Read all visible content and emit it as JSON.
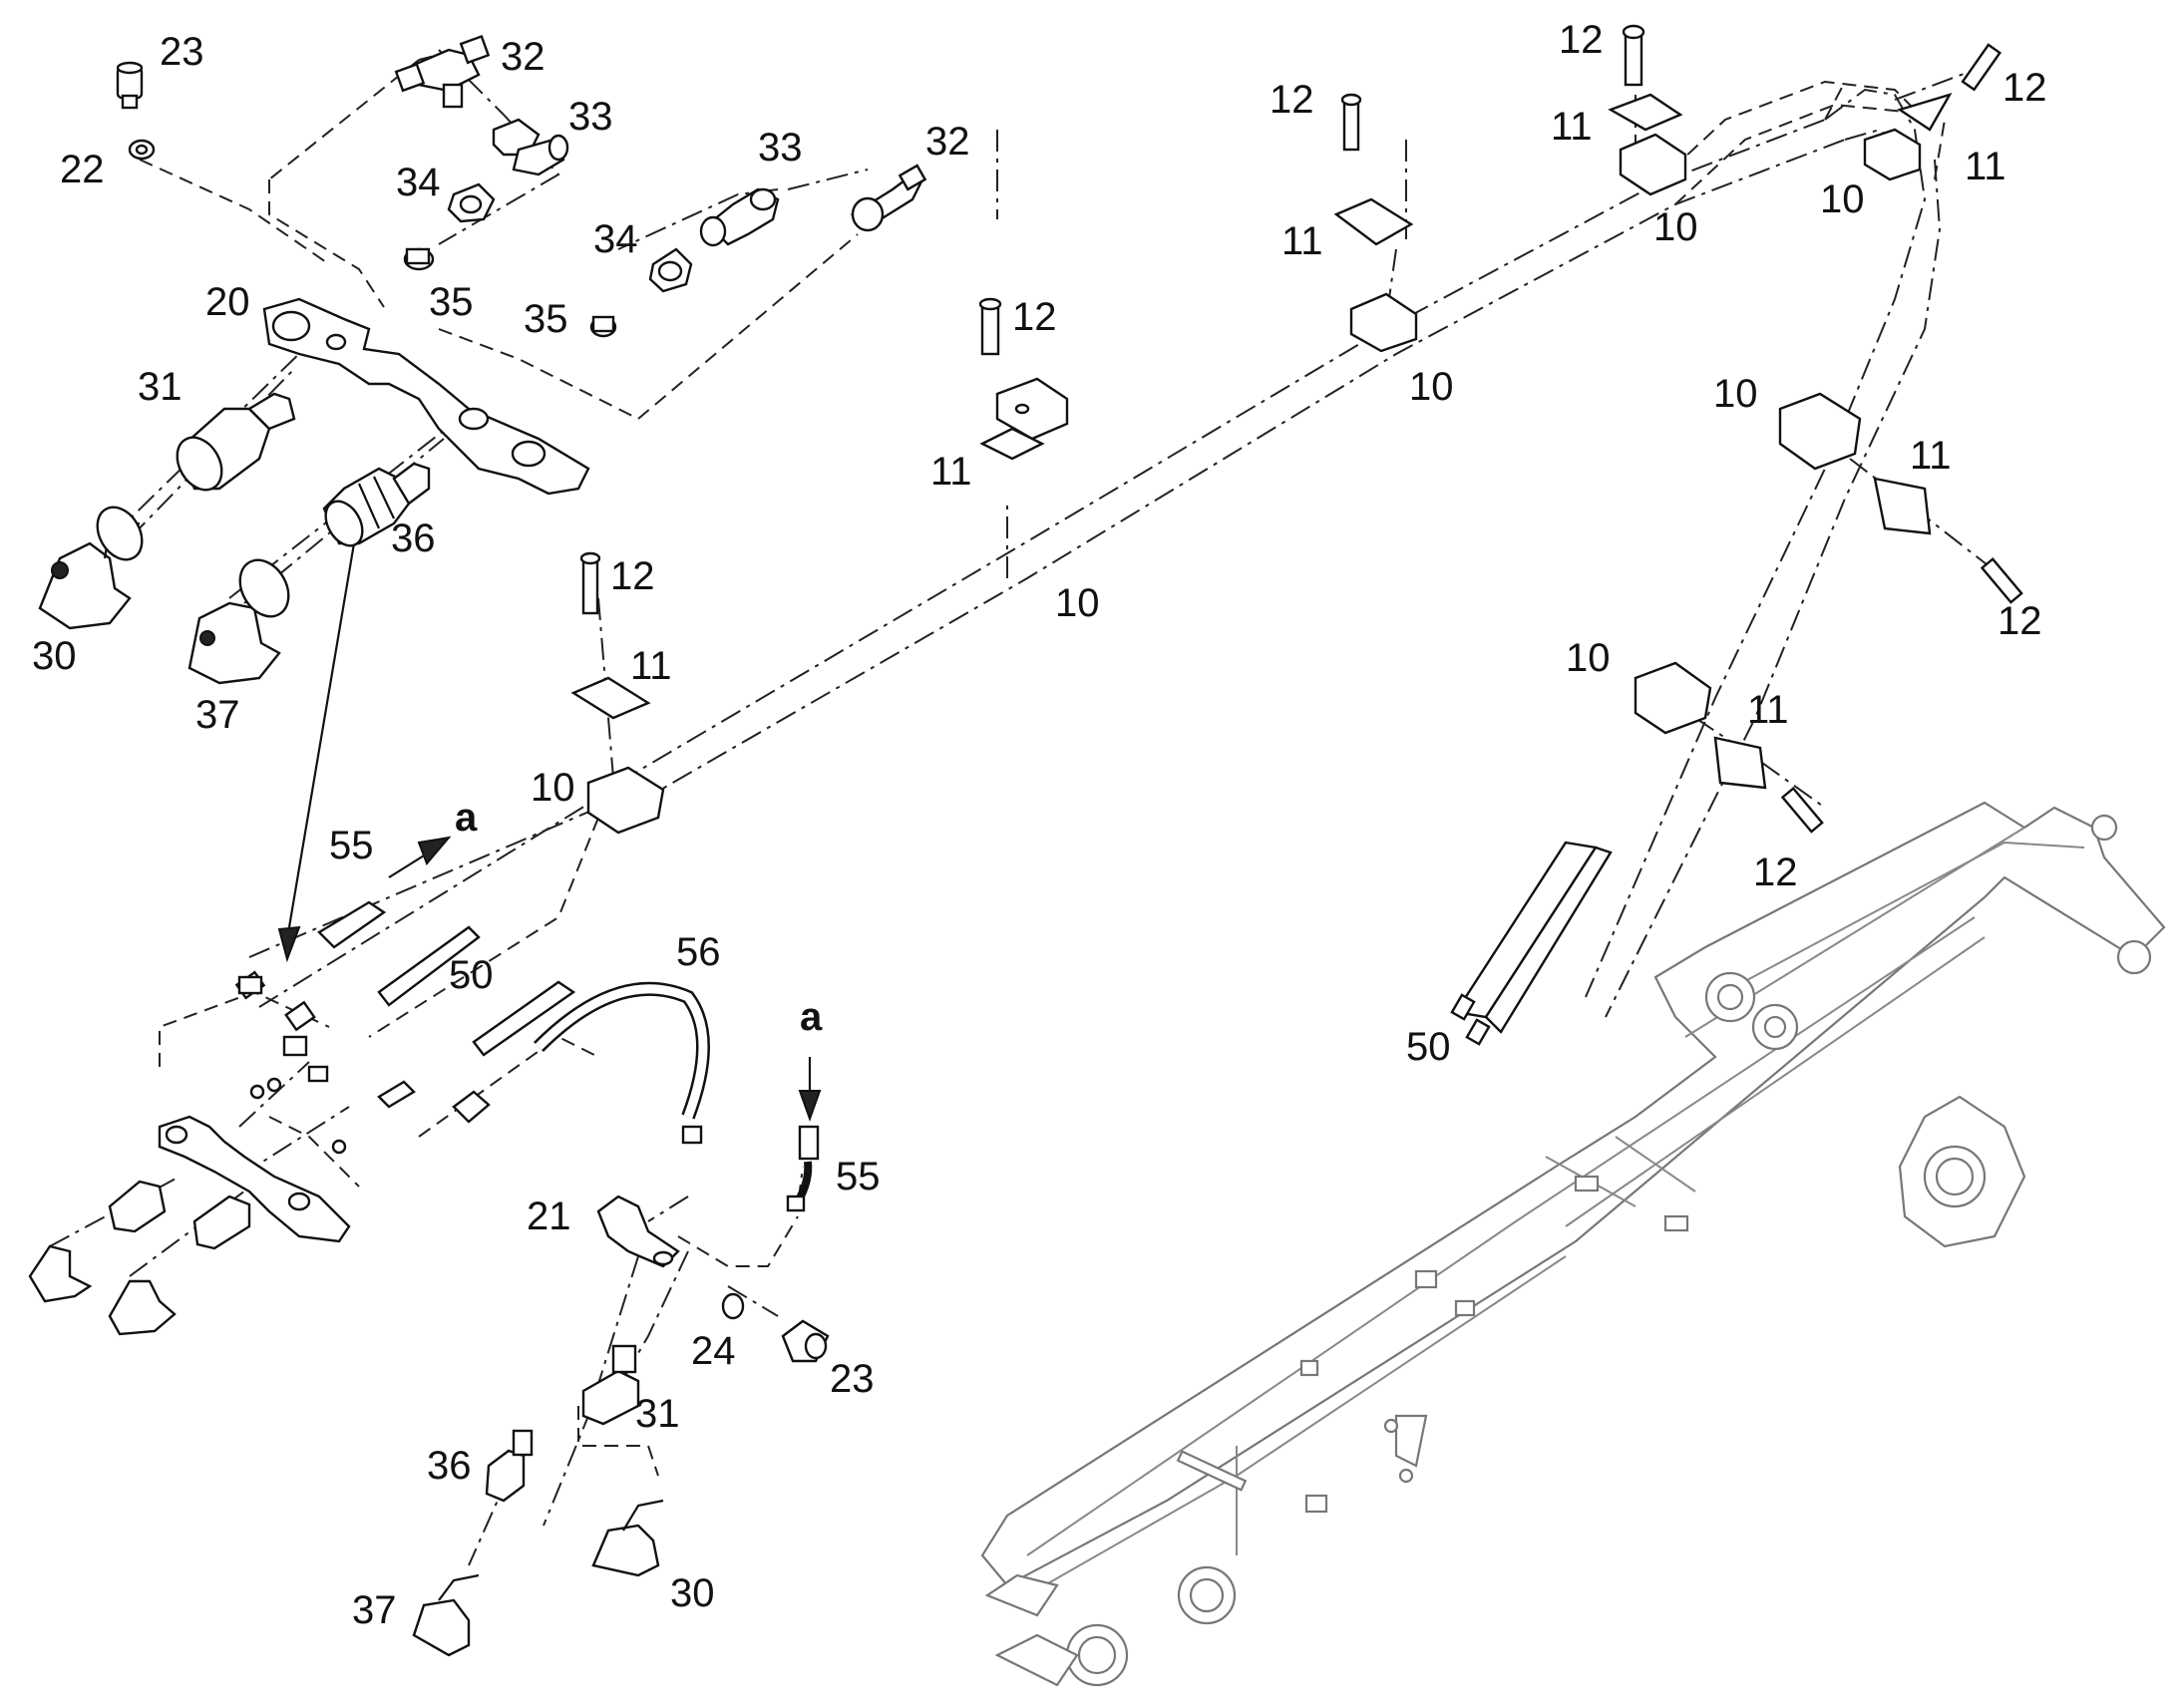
{
  "diagram": {
    "colors": {
      "line": "#111111",
      "boom": "#777777",
      "background": "#ffffff"
    },
    "labels": [
      {
        "id": "l23a",
        "text": "23"
      },
      {
        "id": "l22",
        "text": "22"
      },
      {
        "id": "l32a",
        "text": "32"
      },
      {
        "id": "l33a",
        "text": "33"
      },
      {
        "id": "l34a",
        "text": "34"
      },
      {
        "id": "l35a",
        "text": "35"
      },
      {
        "id": "l20",
        "text": "20"
      },
      {
        "id": "l33b",
        "text": "33"
      },
      {
        "id": "l32b",
        "text": "32"
      },
      {
        "id": "l34b",
        "text": "34"
      },
      {
        "id": "l35b",
        "text": "35"
      },
      {
        "id": "l31a",
        "text": "31"
      },
      {
        "id": "l36a",
        "text": "36"
      },
      {
        "id": "l30a",
        "text": "30"
      },
      {
        "id": "l37a",
        "text": "37"
      },
      {
        "id": "l12a",
        "text": "12"
      },
      {
        "id": "l11a",
        "text": "11"
      },
      {
        "id": "l10a",
        "text": "10"
      },
      {
        "id": "l12b",
        "text": "12"
      },
      {
        "id": "l11b",
        "text": "11"
      },
      {
        "id": "l10b",
        "text": "10"
      },
      {
        "id": "l12c",
        "text": "12"
      },
      {
        "id": "l11c",
        "text": "11"
      },
      {
        "id": "l10c",
        "text": "10"
      },
      {
        "id": "l12d",
        "text": "12"
      },
      {
        "id": "l11d",
        "text": "11"
      },
      {
        "id": "l10d",
        "text": "10"
      },
      {
        "id": "l12e",
        "text": "12"
      },
      {
        "id": "l11e",
        "text": "11"
      },
      {
        "id": "l10e",
        "text": "10"
      },
      {
        "id": "l10f",
        "text": "10"
      },
      {
        "id": "l11f",
        "text": "11"
      },
      {
        "id": "l12f",
        "text": "12"
      },
      {
        "id": "l10g",
        "text": "10"
      },
      {
        "id": "l11g",
        "text": "11"
      },
      {
        "id": "l12g",
        "text": "12"
      },
      {
        "id": "l55a",
        "text": "55"
      },
      {
        "id": "la1",
        "text": "a"
      },
      {
        "id": "l50a",
        "text": "50"
      },
      {
        "id": "l56",
        "text": "56"
      },
      {
        "id": "la2",
        "text": "a"
      },
      {
        "id": "l55b",
        "text": "55"
      },
      {
        "id": "l21",
        "text": "21"
      },
      {
        "id": "l24",
        "text": "24"
      },
      {
        "id": "l23b",
        "text": "23"
      },
      {
        "id": "l31b",
        "text": "31"
      },
      {
        "id": "l36b",
        "text": "36"
      },
      {
        "id": "l37b",
        "text": "37"
      },
      {
        "id": "l30b",
        "text": "30"
      },
      {
        "id": "l50b",
        "text": "50"
      }
    ]
  }
}
